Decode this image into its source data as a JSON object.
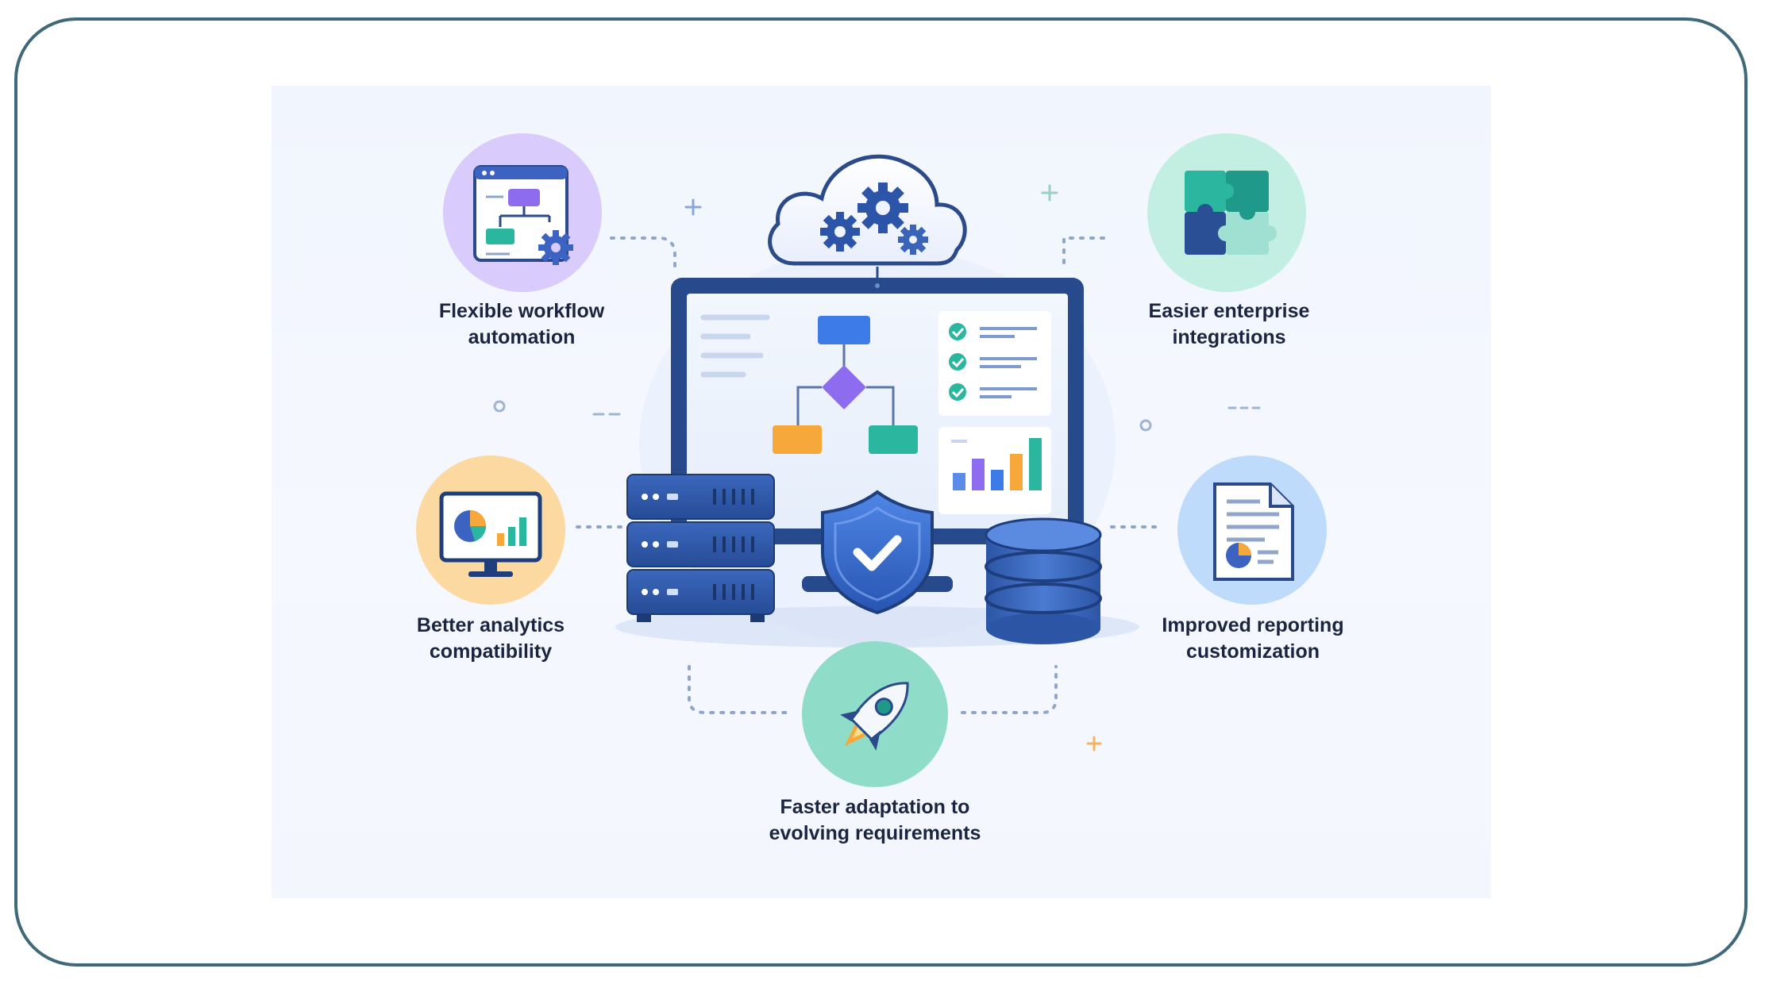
{
  "features": [
    {
      "id": "workflow",
      "line1": "Flexible workflow",
      "line2": "automation",
      "icon": "workflow-window-gear-icon",
      "color": "#d7c8fb"
    },
    {
      "id": "integrations",
      "line1": "Easier enterprise",
      "line2": "integrations",
      "icon": "puzzle-pieces-icon",
      "color": "#bfeee0"
    },
    {
      "id": "analytics",
      "line1": "Better analytics",
      "line2": "compatibility",
      "icon": "analytics-monitor-icon",
      "color": "#fcd9a3"
    },
    {
      "id": "reporting",
      "line1": "Improved reporting",
      "line2": "customization",
      "icon": "report-document-icon",
      "color": "#bcd9fb"
    },
    {
      "id": "adaptation",
      "line1": "Faster adaptation to",
      "line2": "evolving requirements",
      "icon": "rocket-icon",
      "color": "#8edbc8"
    }
  ],
  "center": {
    "icons": [
      "cloud-gears-icon",
      "monitor-dashboard-icon",
      "server-rack-icon",
      "security-shield-icon",
      "database-icon"
    ]
  },
  "colors": {
    "navy": "#22417f",
    "blue": "#3f6fc7",
    "teal": "#2bb6a0",
    "orange": "#f6a83a",
    "purple": "#8d6cf0",
    "frame": "#3f6978"
  }
}
